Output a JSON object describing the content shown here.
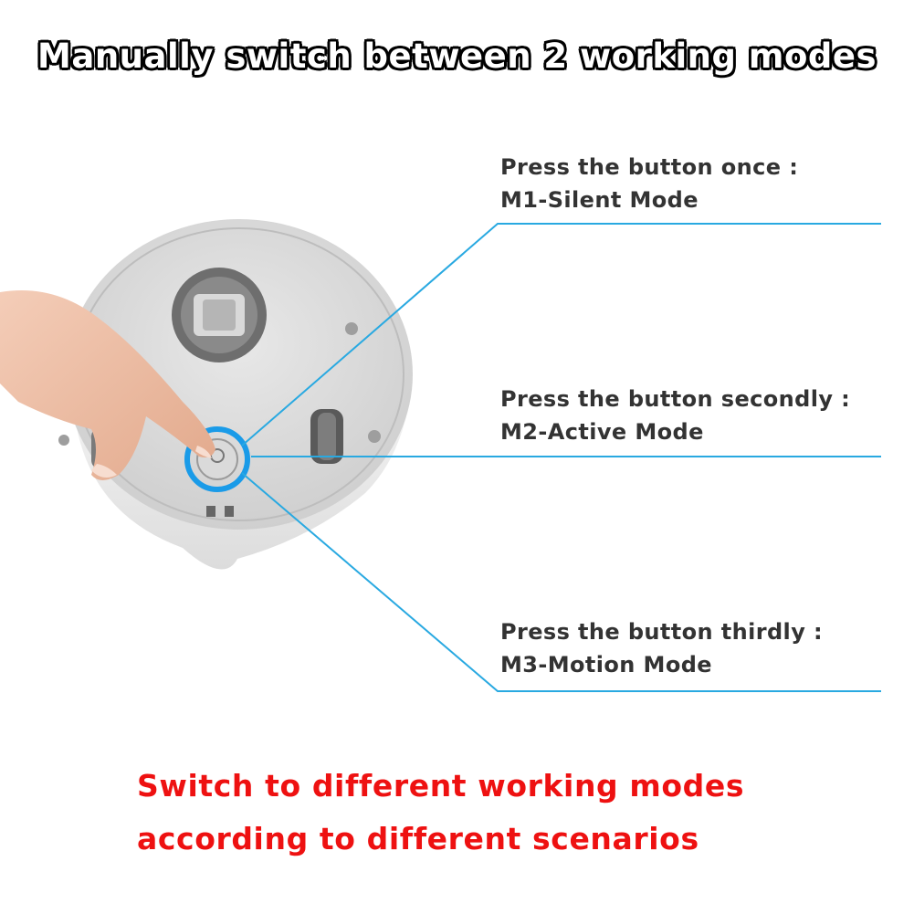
{
  "headline": "Manually switch between 2 working modes",
  "callouts": [
    {
      "line1": "Press the button once :",
      "line2": "M1-Silent Mode"
    },
    {
      "line1": "Press the button secondly :",
      "line2": "M2-Active Mode"
    },
    {
      "line1": "Press the button thirdly :",
      "line2": "M3-Motion Mode"
    }
  ],
  "footer": {
    "line1": "Switch to different working modes",
    "line2": "according to different scenarios"
  },
  "colors": {
    "leader": "#29a9e1",
    "highlight_ring": "#1a9be8",
    "footer_text": "#ee1111",
    "callout_text": "#333333"
  },
  "icons": {
    "device_button": "power-icon"
  }
}
